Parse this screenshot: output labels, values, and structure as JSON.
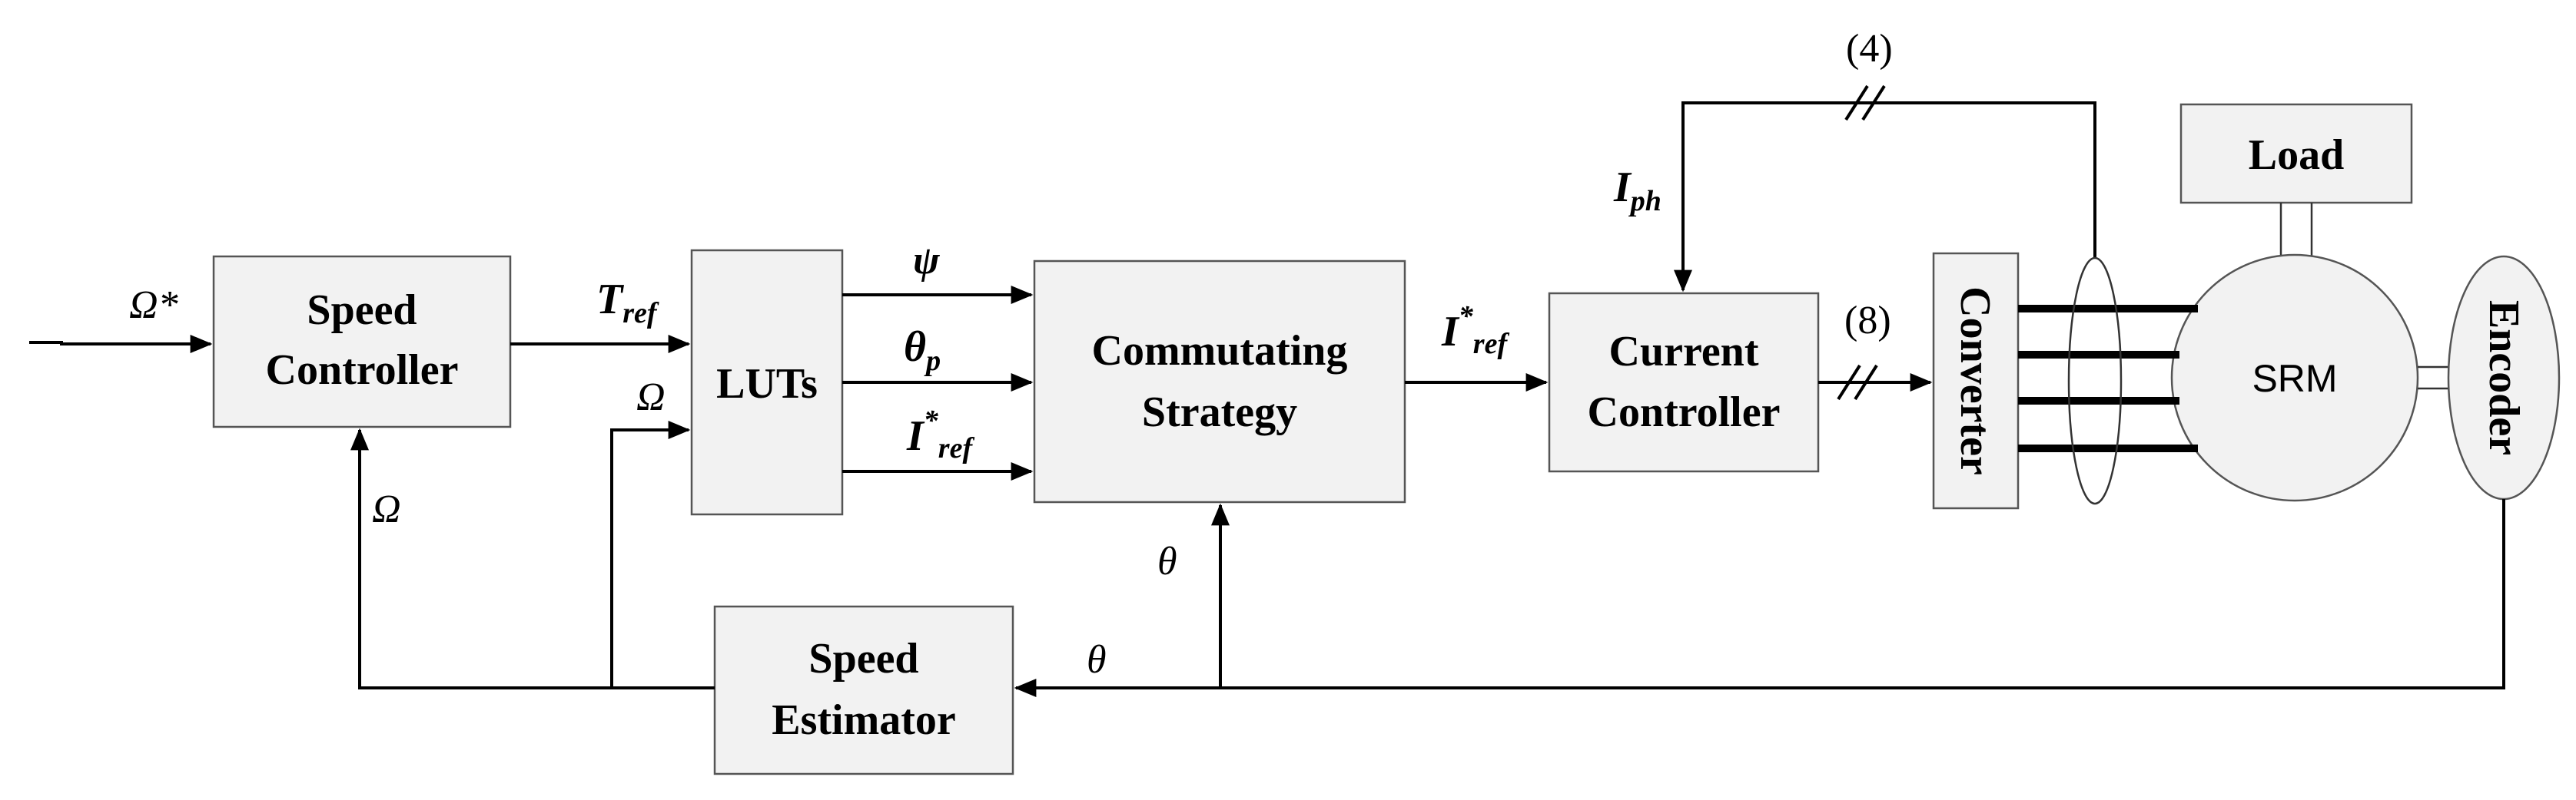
{
  "blocks": {
    "speed_controller": [
      "Speed",
      "Controller"
    ],
    "luts": "LUTs",
    "commutating_strategy": [
      "Commutating",
      "Strategy"
    ],
    "current_controller": [
      "Current",
      "Controller"
    ],
    "converter": "Converter",
    "srm": "SRM",
    "encoder": "Encoder",
    "load": "Load",
    "speed_estimator": [
      "Speed",
      "Estimator"
    ]
  },
  "signals": {
    "omega_star": "Ω*",
    "t_ref": "T",
    "t_ref_sub": "ref",
    "omega": "Ω",
    "psi": "ψ",
    "theta_p": "θ",
    "theta_p_sub": "p",
    "i_ref": "I",
    "i_ref_sup": "*",
    "i_ref_sub": "ref",
    "i_ph": "I",
    "i_ph_sub": "ph",
    "theta": "θ",
    "count_4": "(4)",
    "count_8": "(8)"
  }
}
